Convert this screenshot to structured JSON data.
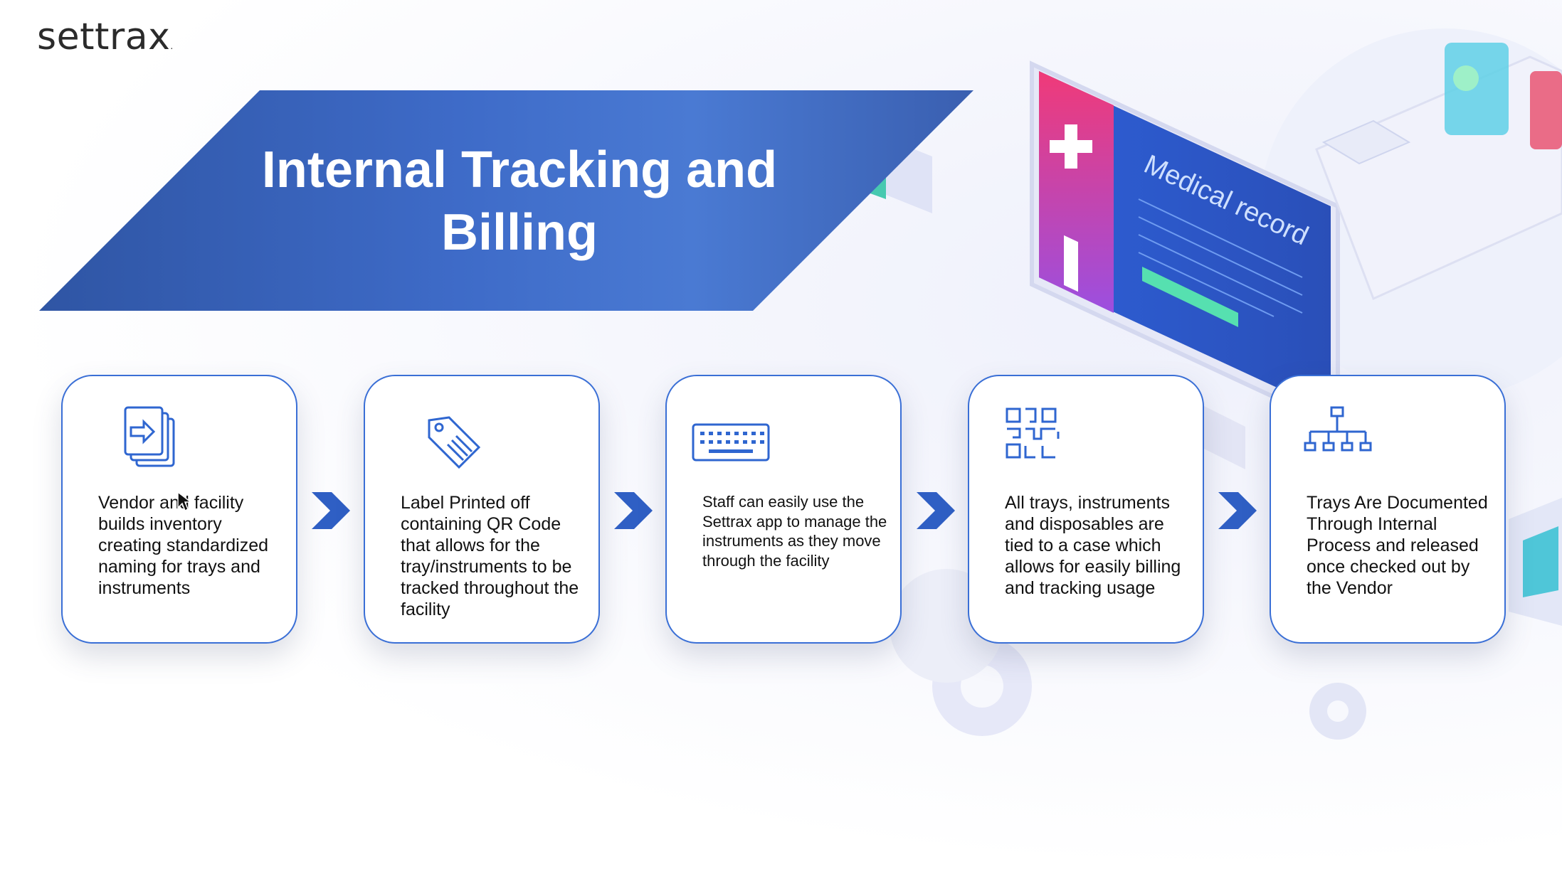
{
  "logo": {
    "text": "settrax",
    "mark": "."
  },
  "banner": {
    "title_line1": "Internal Tracking and",
    "title_line2": "Billing"
  },
  "illustration": {
    "screen_label": "Medical record"
  },
  "steps": [
    {
      "icon": "documents-transfer-icon",
      "text": "Vendor and facility builds inventory creating standardized naming for trays and instruments"
    },
    {
      "icon": "tag-icon",
      "text": "Label Printed off containing QR Code that allows for the tray/instruments to be tracked throughout the facility"
    },
    {
      "icon": "keyboard-icon",
      "text": "Staff can easily use the Settrax app to manage the instruments as they move through the facility"
    },
    {
      "icon": "qr-code-icon",
      "text": "All trays, instruments and disposables are tied to a case which allows for easily billing and tracking usage"
    },
    {
      "icon": "hierarchy-icon",
      "text": "Trays Are Documented Through Internal Process and released once checked out by the Vendor"
    }
  ],
  "colors": {
    "banner": "#3e6bc8",
    "accent": "#3a6fd6",
    "chevron": "#2f5fc4"
  }
}
